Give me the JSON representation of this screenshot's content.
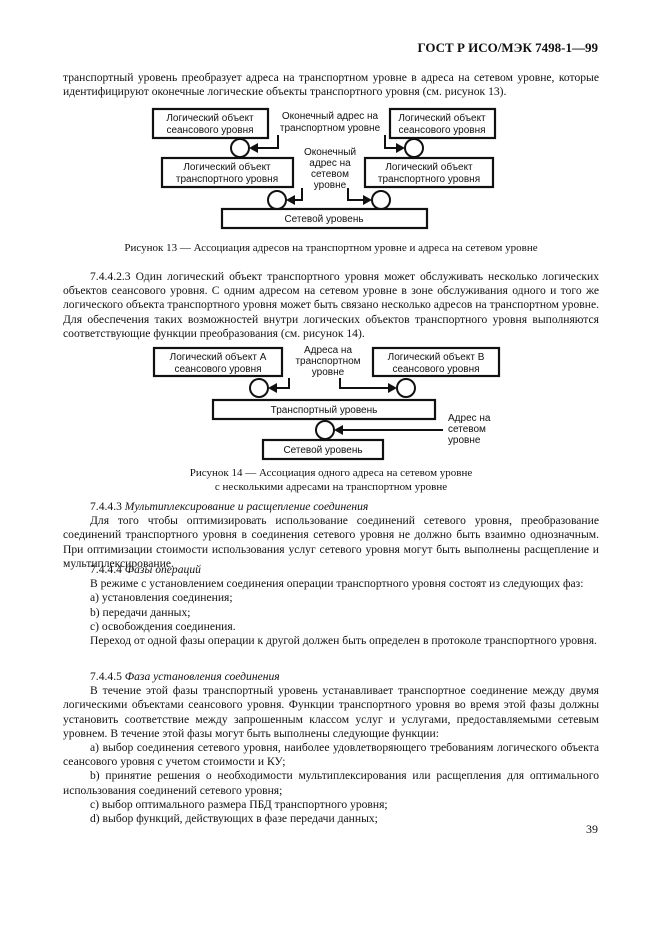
{
  "header": "ГОСТ Р ИСО/МЭК 7498-1—99",
  "page_number": "39",
  "intro_text": "транспортный уровень преобразует адреса на транспортном уровне в адреса на сетевом уровне, которые идентифицируют оконечные логические объекты транспортного уровня (см. рисунок 13).",
  "figure13": {
    "box_session_left": [
      "Логический объект",
      "сеансового уровня"
    ],
    "box_session_right": [
      "Логический объект",
      "сеансового уровня"
    ],
    "box_transport_left": [
      "Логический объект",
      "транспортного уровня"
    ],
    "box_transport_right": [
      "Логический объект",
      "транспортного уровня"
    ],
    "box_network": "Сетевой уровень",
    "label_endpoint_transport": [
      "Оконечный адрес на",
      "транспортном уровне"
    ],
    "label_endpoint_network": [
      "Оконечный",
      "адрес на",
      "сетевом",
      "уровне"
    ],
    "caption": "Рисунок 13 — Ассоциация адресов на транспортном уровне и адреса на сетевом уровне"
  },
  "para_7_4_4_2_3": "7.4.4.2.3 Один логический объект транспортного уровня может обслуживать несколько логических объектов сеансового уровня. С одним адресом на сетевом уровне в зоне обслуживания одного и того же логического объекта транспортного уровня может быть связано несколько адресов на транспортном уровне. Для обеспечения таких возможностей внутри логических объектов транспортного уровня выполняются соответствующие функции преобразования (см. рисунок 14).",
  "figure14": {
    "box_session_a": [
      "Логический объект А",
      "сеансового уровня"
    ],
    "box_session_b": [
      "Логический объект В",
      "сеансового уровня"
    ],
    "label_transport_address": [
      "Адреса на",
      "транспортном",
      "уровне"
    ],
    "box_transport": "Транспортный уровень",
    "label_network_address": [
      "Адрес на",
      "сетевом",
      "уровне"
    ],
    "box_network": "Сетевой уровень",
    "caption_line1": "Рисунок 14 — Ассоциация одного адреса на сетевом уровне",
    "caption_line2": "с несколькими адресами на транспортном уровне"
  },
  "sec_7_4_4_3": {
    "number": "7.4.4.3",
    "title": "Мультиплексирование и расщепление соединения",
    "body": "Для того чтобы оптимизировать использование соединений сетевого уровня, преобразование соединений транспортного уровня в соединения сетевого уровня не должно быть взаимно однозначным. При оптимизации стоимости использования услуг сетевого уровня могут быть выполнены расщепление и мультиплексирование."
  },
  "sec_7_4_4_4": {
    "number": "7.4.4.4",
    "title": "Фазы операций",
    "body": "В режиме с установлением соединения операции транспортного уровня состоят из следующих фаз:",
    "items": [
      "а) установления соединения;",
      "b) передачи данных;",
      "c) освобождения соединения."
    ],
    "tail": "Переход от одной фазы операции к другой должен быть определен в протоколе транспортного уровня."
  },
  "sec_7_4_4_5": {
    "number": "7.4.4.5",
    "title": "Фаза установления соединения",
    "body": "В течение этой фазы транспортный уровень устанавливает транспортное соединение между двумя логическими объектами сеансового уровня. Функции транспортного уровня во время этой фазы должны установить соответствие между запрошенным классом услуг и услугами, предоставляемыми сетевым уровнем. В течение этой фазы могут быть выполнены следующие функции:",
    "items": [
      "а) выбор соединения сетевого уровня, наиболее удовлетворяющего требованиям логического объекта сеансового уровня с учетом стоимости и КУ;",
      "b) принятие решения о необходимости мультиплексирования или расщепления для оптимального использования соединений сетевого уровня;",
      "c) выбор оптимального размера ПБД транспортного уровня;",
      "d) выбор функций, действующих в фазе передачи данных;"
    ]
  }
}
